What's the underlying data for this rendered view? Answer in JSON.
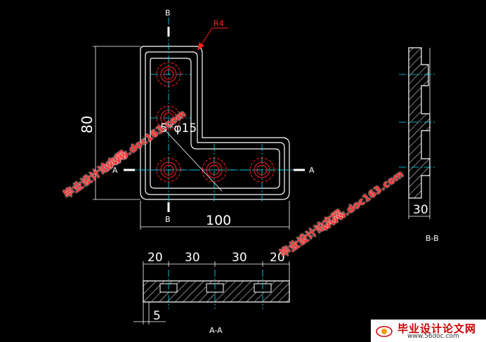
{
  "labels": {
    "section_b_top": "B",
    "section_b_bottom": "B",
    "section_a_left": "A",
    "section_a_right": "A",
    "radius": "R4",
    "holes": "5*φ15",
    "view_bb": "B-B",
    "view_aa": "A-A"
  },
  "dimensions": {
    "height": "80",
    "width": "100",
    "thickness": "30",
    "seg1": "20",
    "seg2": "30",
    "seg3": "30",
    "seg4": "20",
    "depth": "5"
  },
  "watermarks": {
    "site_cn": "毕业设计论文网",
    "site_url": "www.doc163.com"
  },
  "logo": {
    "text": "毕业设计论文网",
    "url": "www.56doc.com"
  },
  "colors": {
    "line": "#ffffff",
    "center": "#00e5ff",
    "hole": "#ff2020",
    "leader": "#ff2020",
    "watermark": "#ff2a2a"
  }
}
